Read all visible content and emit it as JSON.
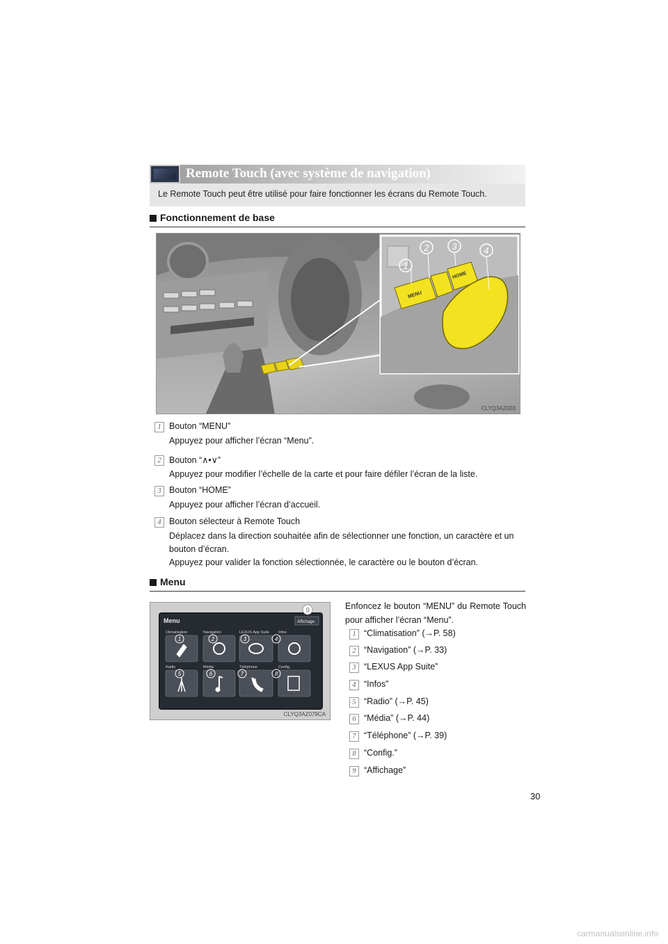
{
  "header": {
    "title": "Remote Touch (avec système de navigation)",
    "intro": "Le Remote Touch peut être utilisé pour faire fonctionner les écrans du Remote Touch."
  },
  "section_basic": {
    "heading": "Fonctionnement de base",
    "image_id": "CLYQ3AZ003",
    "callouts": [
      "1",
      "2",
      "3",
      "4"
    ],
    "buttons": {
      "menu": "MENU",
      "home": "HOME"
    },
    "items": [
      {
        "num": "1",
        "title": "Bouton “MENU”",
        "desc": "Appuyez pour afficher l’écran “Menu”."
      },
      {
        "num": "2",
        "title": "Bouton “∧•∨”",
        "desc": "Appuyez pour modifier l’échelle de la carte et pour faire défiler l’écran de la liste."
      },
      {
        "num": "3",
        "title": "Bouton “HOME”",
        "desc": "Appuyez pour afficher l’écran d’accueil."
      },
      {
        "num": "4",
        "title": "Bouton sélecteur à Remote Touch",
        "desc": "Déplacez dans la direction souhaitée afin de sélectionner une fonction, un caractère et un bouton d’écran.",
        "desc2": "Appuyez pour valider la fonction sélectionnée, le caractère ou le bouton d’écran."
      }
    ]
  },
  "section_menu": {
    "heading": "Menu",
    "intro": "Enfoncez le bouton “MENU” du Remote Touch pour afficher l’écran “Menu”.",
    "image_id": "CLYQ3AZ079CA",
    "screen": {
      "title": "Menu",
      "display_button": "Affichage",
      "tiles": [
        "Climatisation",
        "Navigation",
        "LEXUS App Suite",
        "Infos",
        "Radio",
        "Média",
        "Téléphone",
        "Config."
      ]
    },
    "items": [
      {
        "num": "1",
        "text": "“Climatisation” (→P. 58)"
      },
      {
        "num": "2",
        "text": "“Navigation” (→P. 33)"
      },
      {
        "num": "3",
        "text": "“LEXUS App Suite”"
      },
      {
        "num": "4",
        "text": "“Infos”"
      },
      {
        "num": "5",
        "text": "“Radio” (→P. 45)"
      },
      {
        "num": "6",
        "text": "“Média” (→P. 44)"
      },
      {
        "num": "7",
        "text": "“Téléphone” (→P. 39)"
      },
      {
        "num": "8",
        "text": "“Config.”"
      },
      {
        "num": "9",
        "text": "“Affichage”"
      }
    ]
  },
  "footer": {
    "page_number": "30",
    "watermark": "carmanualsonline.info"
  }
}
